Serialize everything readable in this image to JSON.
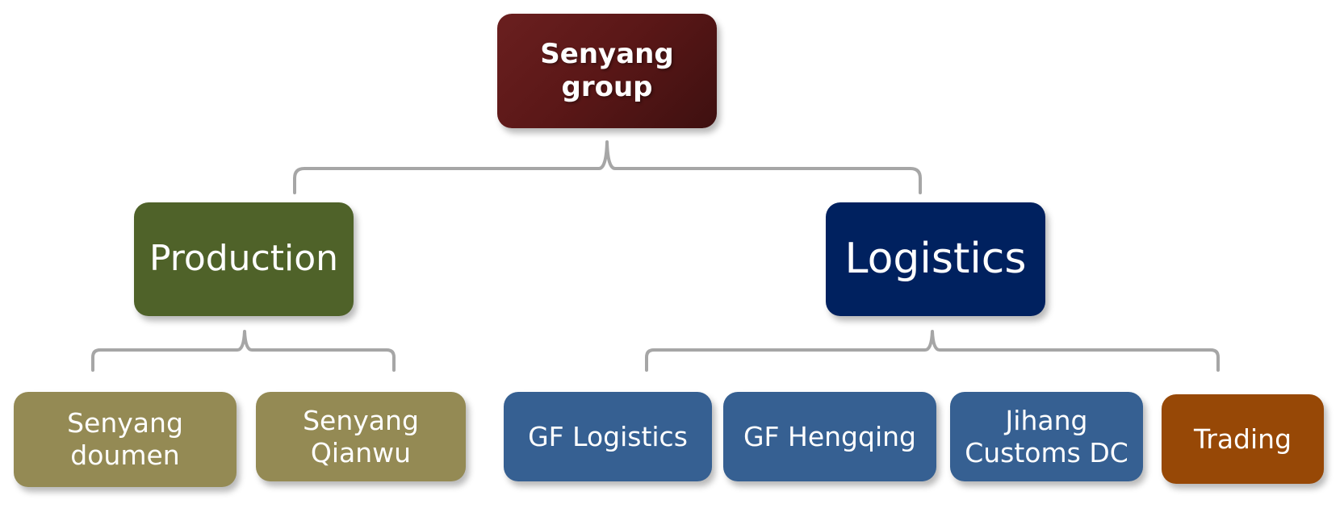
{
  "diagram": {
    "root": {
      "label": "Senyang group",
      "color": "#5a1717"
    },
    "branches": [
      {
        "label": "Production",
        "color": "#4f6229",
        "children": [
          {
            "label": "Senyang doumen",
            "color": "#948a54"
          },
          {
            "label": "Senyang Qianwu",
            "color": "#948a54"
          }
        ]
      },
      {
        "label": "Logistics",
        "color": "#00215f",
        "children": [
          {
            "label": "GF Logistics",
            "color": "#366092"
          },
          {
            "label": "GF Hengqing",
            "color": "#366092"
          },
          {
            "label": "Jihang Customs DC",
            "color": "#366092"
          },
          {
            "label": "Trading",
            "color": "#974806"
          }
        ]
      }
    ],
    "connector_color": "#a6a6a6"
  }
}
